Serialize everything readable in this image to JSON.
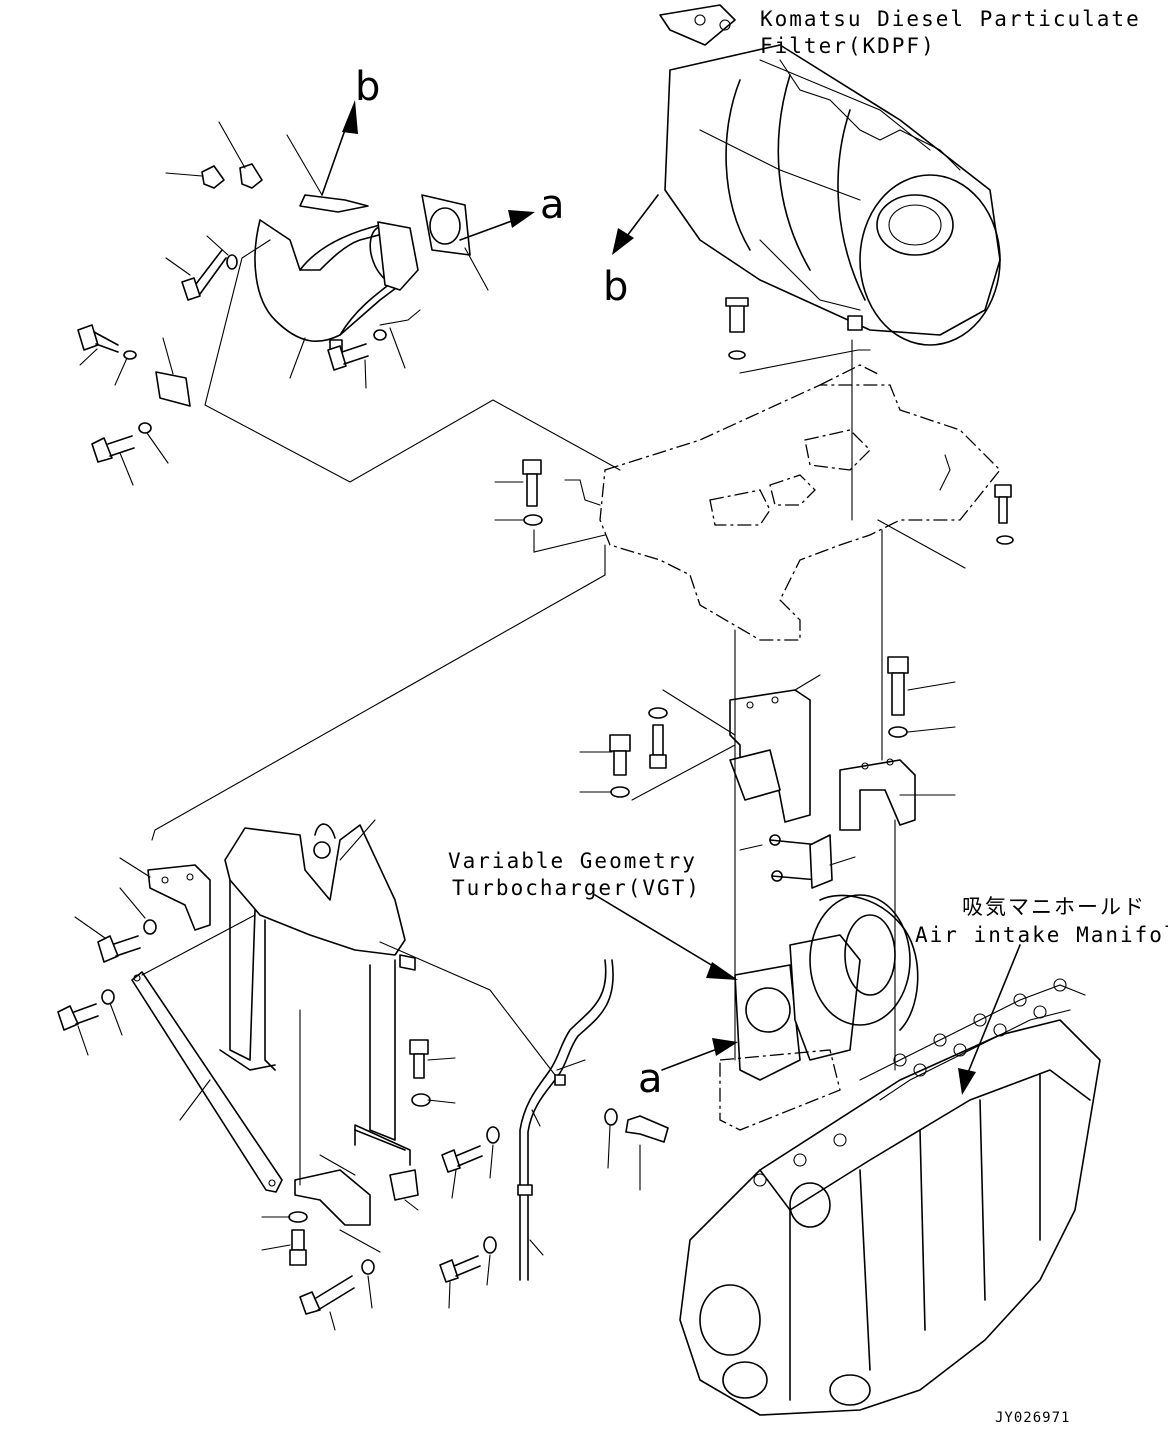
{
  "labels": {
    "kdpf_line1": "Komatsu Diesel Particulate",
    "kdpf_line2": "Filter(KDPF)",
    "vgt_line1": "Variable Geometry",
    "vgt_line2": "Turbocharger(VGT)",
    "intake_jp": "吸気マニホールド",
    "intake_en": "Air intake Manifold"
  },
  "connection_markers": {
    "a": "a",
    "b": "b"
  },
  "drawing_code": "JY026971"
}
